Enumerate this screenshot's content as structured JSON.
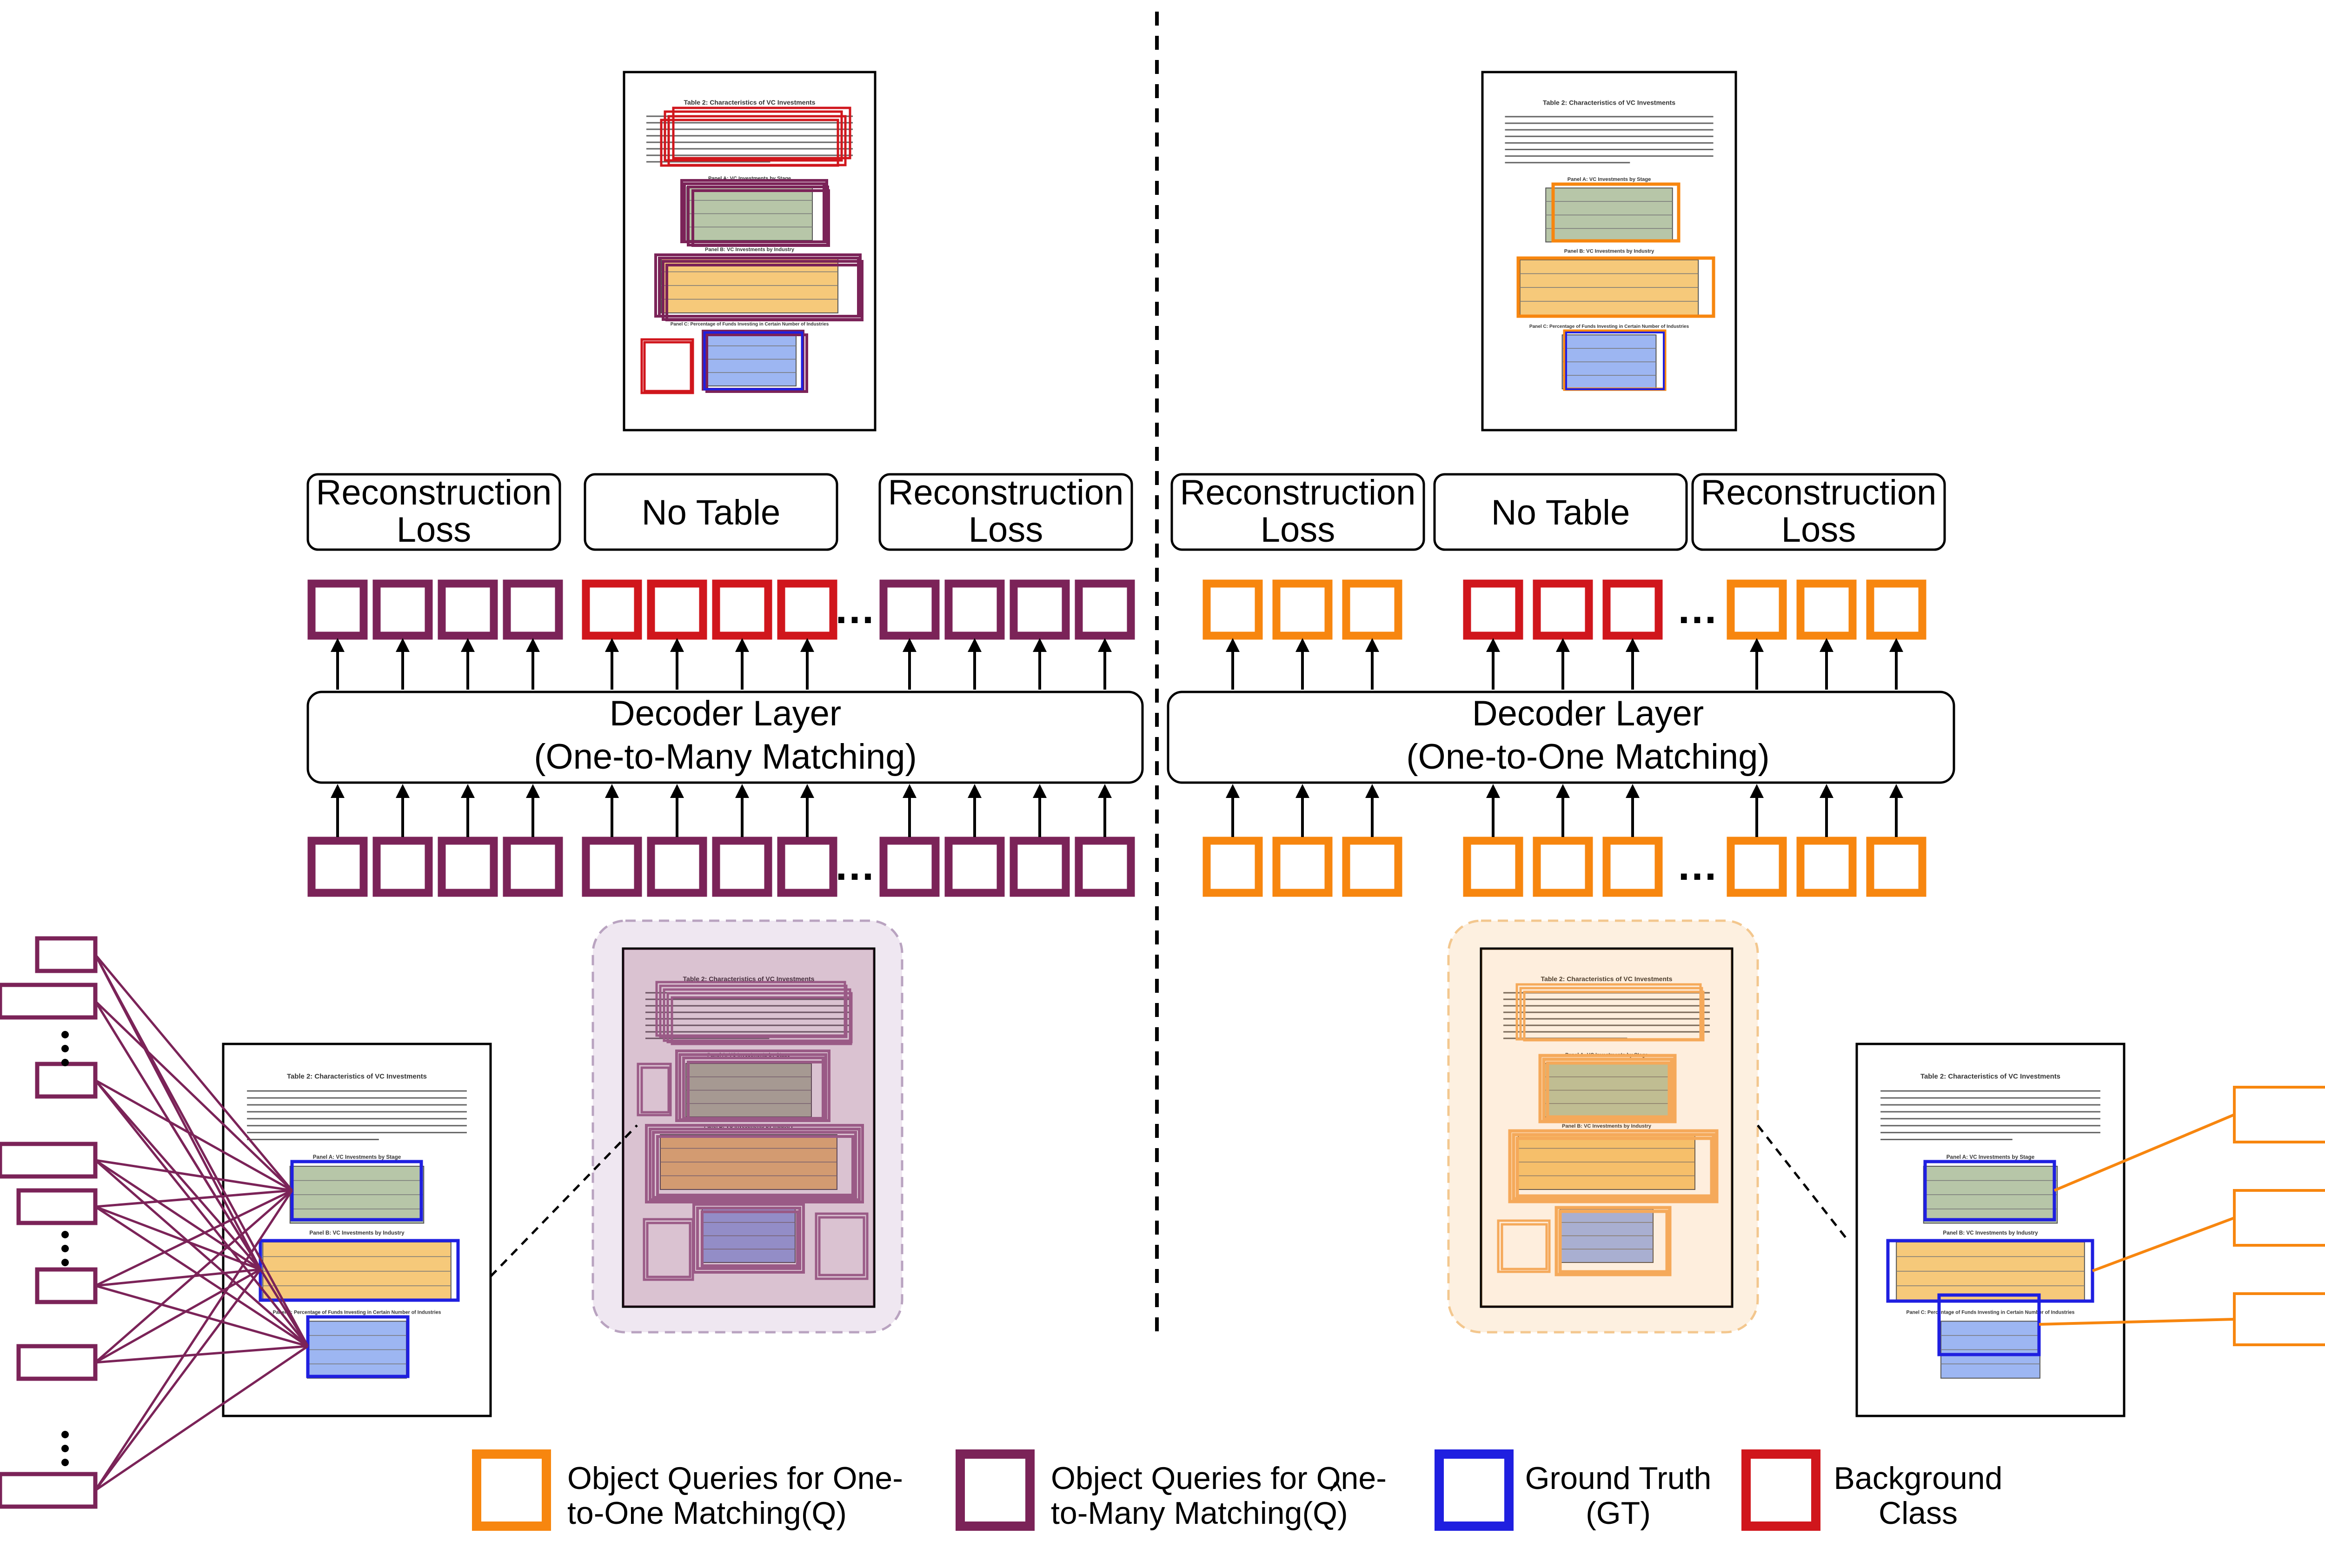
{
  "colors": {
    "one_to_one": "#f7860f",
    "one_to_many": "#7b2358",
    "ground_truth": "#1f1fe0",
    "background": "#d0161c",
    "table_green": "#b7c6a8",
    "table_orange": "#f6c97a",
    "table_blue": "#9db6f2",
    "halo_purple": "#efe7f1",
    "halo_orange": "#fdf0e0"
  },
  "left_panel": {
    "loss_boxes": [
      {
        "line1": "Reconstruction",
        "line2": "Loss"
      },
      {
        "line1": "No Table",
        "line2": ""
      },
      {
        "line1": "Reconstruction",
        "line2": "Loss"
      }
    ],
    "decoder": {
      "line1": "Decoder Layer",
      "line2": "(One-to-Many Matching)"
    },
    "ellipsis": "…"
  },
  "right_panel": {
    "loss_boxes": [
      {
        "line1": "Reconstruction",
        "line2": "Loss"
      },
      {
        "line1": "No Table",
        "line2": ""
      },
      {
        "line1": "Reconstruction",
        "line2": "Loss"
      }
    ],
    "decoder": {
      "line1": "Decoder Layer",
      "line2": "(One-to-One Matching)"
    },
    "ellipsis": "…"
  },
  "document": {
    "title": "Table 2: Characteristics of VC Investments",
    "panel_a": "Panel A: VC Investments by Stage",
    "panel_b": "Panel B: VC Investments by Industry",
    "panel_c": "Panel C: Percentage of Funds Investing in Certain Number of Industries"
  },
  "legend": [
    {
      "key": "one_to_one",
      "line1": "Object Queries for One-",
      "line2": "to-One Matching(Q)"
    },
    {
      "key": "one_to_many",
      "line1": "Object Queries for One-",
      "line2": "to-Many Matching(Q)",
      "hat": "^"
    },
    {
      "key": "ground_truth",
      "line1": "Ground Truth",
      "line2": "(GT)"
    },
    {
      "key": "background",
      "line1": "Background",
      "line2": "Class"
    }
  ]
}
